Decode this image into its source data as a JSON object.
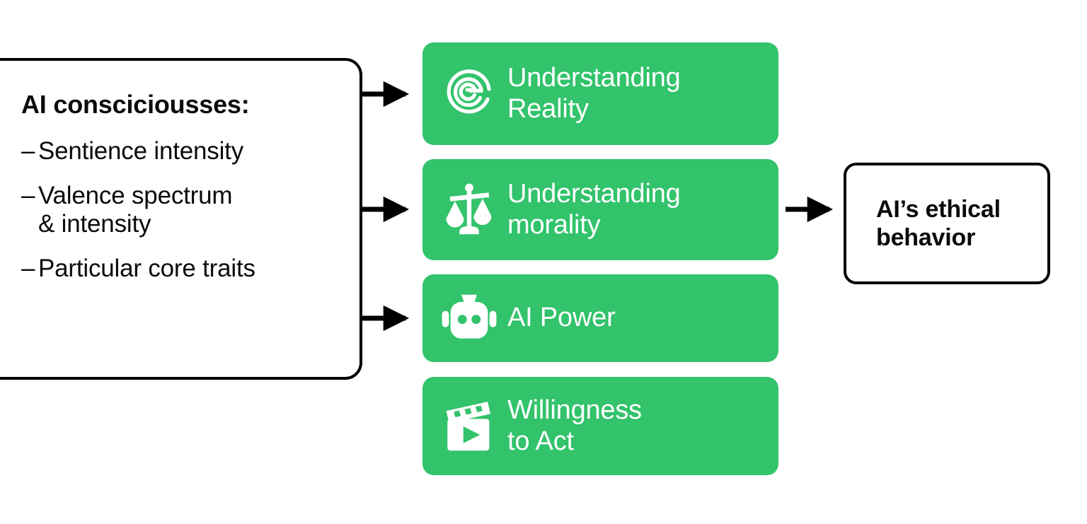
{
  "diagram": {
    "title": "AI consciousness to ethical behavior flow",
    "accent_color": "#32C36B",
    "line_color": "#000000",
    "text_on_accent": "#FFFFFF",
    "background": "#FFFFFF"
  },
  "source_card": {
    "title": "AI consciciousses:",
    "bullets": [
      {
        "marker": "–",
        "text": "Sentience intensity"
      },
      {
        "marker": "–",
        "text": "Valence spectrum\n& intensity"
      },
      {
        "marker": "–",
        "text": "Particular core traits"
      }
    ]
  },
  "factors": [
    {
      "id": "reality",
      "icon": "spiral-icon",
      "label": "Understanding\nReality"
    },
    {
      "id": "morality",
      "icon": "scales-icon",
      "label": "Understanding\nmorality"
    },
    {
      "id": "power",
      "icon": "robot-icon",
      "label": "AI Power"
    },
    {
      "id": "willing",
      "icon": "clapperboard-icon",
      "label": "Willingness\nto Act"
    }
  ],
  "outcome_card": {
    "label": "AI’s ethical\nbehavior"
  },
  "arrows": [
    {
      "id": "arrow-source-to-reality",
      "from": "source_card",
      "to": "reality"
    },
    {
      "id": "arrow-source-to-morality",
      "from": "source_card",
      "to": "morality"
    },
    {
      "id": "arrow-source-to-power",
      "from": "source_card",
      "to": "power"
    },
    {
      "id": "arrow-factors-to-outcome",
      "from": "factors",
      "to": "outcome_card"
    }
  ]
}
